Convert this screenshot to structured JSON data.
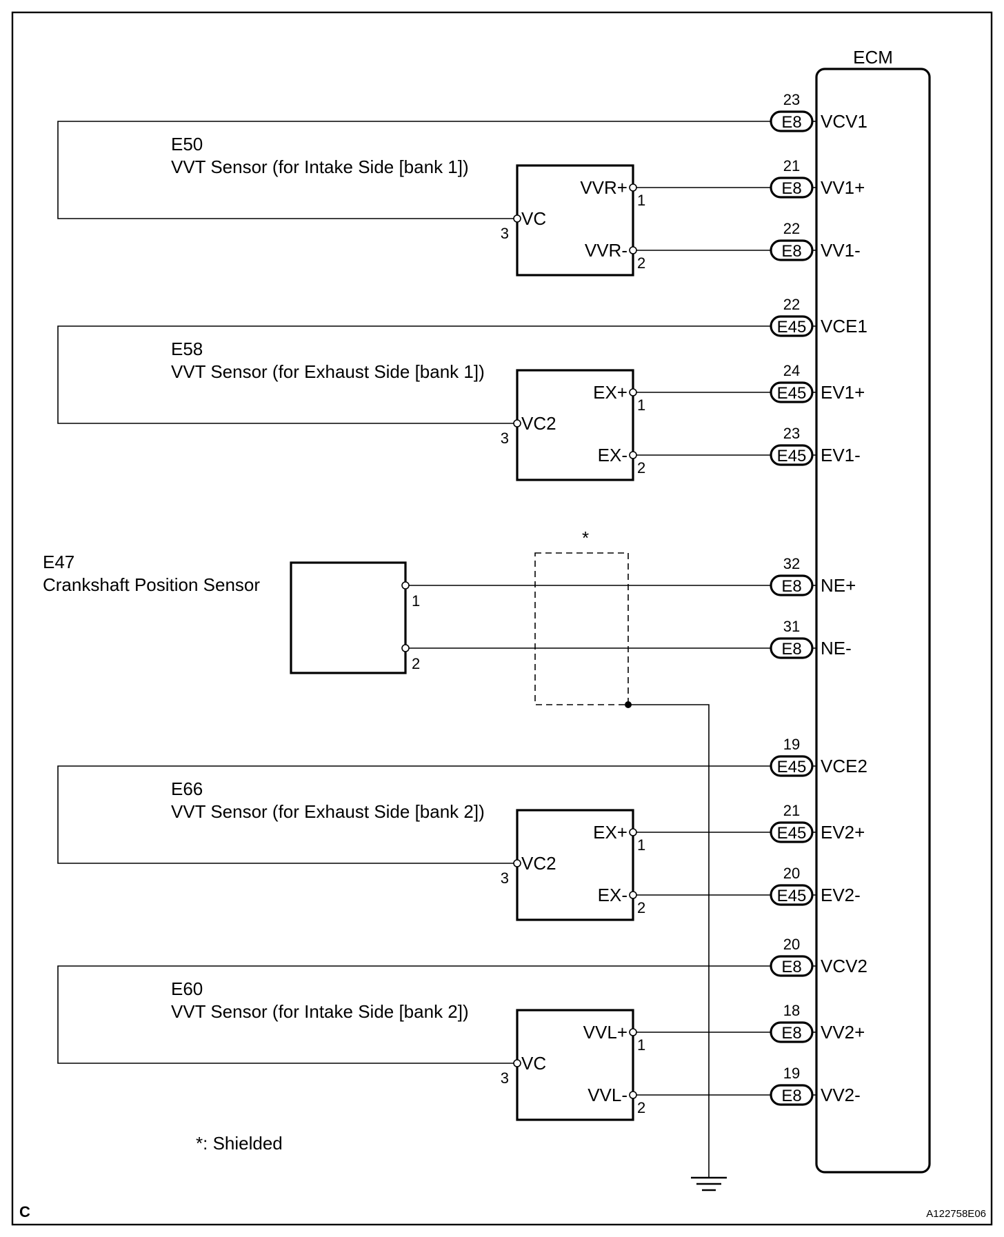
{
  "ecm": {
    "label": "ECM"
  },
  "sensors": [
    {
      "id": "E50",
      "description": "VVT Sensor (for Intake Side [bank 1])",
      "vc_label": "VC",
      "vc_pin": "3",
      "sig_plus_label": "VVR+",
      "sig_plus_pin": "1",
      "sig_minus_label": "VVR-",
      "sig_minus_pin": "2",
      "ecm_pins": [
        {
          "connector": "E8",
          "pin": "23",
          "name": "VCV1"
        },
        {
          "connector": "E8",
          "pin": "21",
          "name": "VV1+"
        },
        {
          "connector": "E8",
          "pin": "22",
          "name": "VV1-"
        }
      ]
    },
    {
      "id": "E58",
      "description": "VVT Sensor (for Exhaust Side [bank 1])",
      "vc_label": "VC2",
      "vc_pin": "3",
      "sig_plus_label": "EX+",
      "sig_plus_pin": "1",
      "sig_minus_label": "EX-",
      "sig_minus_pin": "2",
      "ecm_pins": [
        {
          "connector": "E45",
          "pin": "22",
          "name": "VCE1"
        },
        {
          "connector": "E45",
          "pin": "24",
          "name": "EV1+"
        },
        {
          "connector": "E45",
          "pin": "23",
          "name": "EV1-"
        }
      ]
    },
    {
      "id": "E66",
      "description": "VVT Sensor (for Exhaust Side [bank 2])",
      "vc_label": "VC2",
      "vc_pin": "3",
      "sig_plus_label": "EX+",
      "sig_plus_pin": "1",
      "sig_minus_label": "EX-",
      "sig_minus_pin": "2",
      "ecm_pins": [
        {
          "connector": "E45",
          "pin": "19",
          "name": "VCE2"
        },
        {
          "connector": "E45",
          "pin": "21",
          "name": "EV2+"
        },
        {
          "connector": "E45",
          "pin": "20",
          "name": "EV2-"
        }
      ]
    },
    {
      "id": "E60",
      "description": "VVT Sensor (for Intake Side [bank 2])",
      "vc_label": "VC",
      "vc_pin": "3",
      "sig_plus_label": "VVL+",
      "sig_plus_pin": "1",
      "sig_minus_label": "VVL-",
      "sig_minus_pin": "2",
      "ecm_pins": [
        {
          "connector": "E8",
          "pin": "20",
          "name": "VCV2"
        },
        {
          "connector": "E8",
          "pin": "18",
          "name": "VV2+"
        },
        {
          "connector": "E8",
          "pin": "19",
          "name": "VV2-"
        }
      ]
    }
  ],
  "crank": {
    "id": "E47",
    "description": "Crankshaft Position Sensor",
    "pin1": "1",
    "pin2": "2",
    "ecm_pins": [
      {
        "connector": "E8",
        "pin": "32",
        "name": "NE+"
      },
      {
        "connector": "E8",
        "pin": "31",
        "name": "NE-"
      }
    ]
  },
  "shield": {
    "marker": "*",
    "legend": "*: Shielded"
  },
  "corner_left": "C",
  "figure_code": "A122758E06"
}
